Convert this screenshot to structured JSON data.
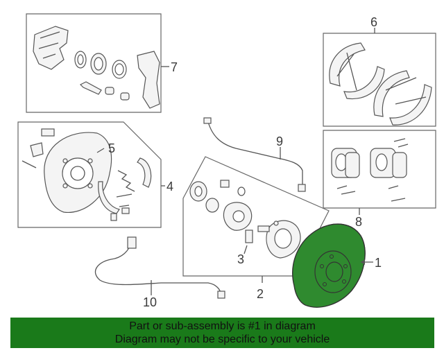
{
  "callouts": {
    "c1": "1",
    "c2": "2",
    "c3": "3",
    "c4": "4",
    "c5": "5",
    "c6": "6",
    "c7": "7",
    "c8": "8",
    "c9": "9",
    "c10": "10"
  },
  "footer": {
    "line1": "Part or sub-assembly is #1 in diagram",
    "line2": "Diagram may not be specific to your vehicle"
  },
  "colors": {
    "highlight": "#2f8a2f",
    "footer_bg": "#1a7a1a"
  }
}
